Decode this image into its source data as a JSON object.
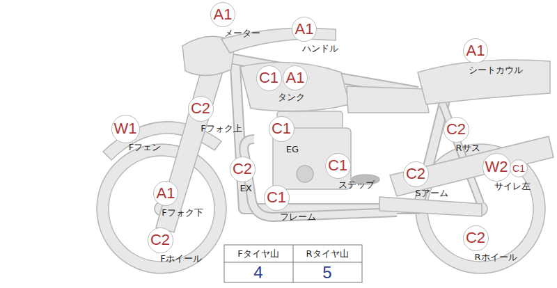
{
  "diagram": {
    "nodes": [
      {
        "text": [
          "A1"
        ]
      },
      {
        "text": [
          "A1"
        ]
      },
      {
        "text": [
          "A1"
        ]
      },
      {
        "text": [
          "C1"
        ]
      },
      {
        "text": [
          "A1"
        ]
      },
      {
        "text": [
          "C2"
        ]
      },
      {
        "text": [
          "W1"
        ]
      },
      {
        "text": [
          "C1"
        ]
      },
      {
        "text": [
          "C2"
        ]
      },
      {
        "text": [
          "C1"
        ]
      },
      {
        "text": [
          "W2"
        ]
      },
      {
        "text": [
          "C1"
        ]
      },
      {
        "text": [
          "C2"
        ]
      },
      {
        "text": [
          "C2"
        ]
      },
      {
        "text": [
          "A1"
        ]
      },
      {
        "text": [
          "C1"
        ]
      },
      {
        "text": [
          "C2"
        ]
      },
      {
        "text": [
          "C2"
        ]
      }
    ],
    "labels": [
      "メーター",
      "ハンドル",
      "シートカウル",
      "タンク",
      "Fフォク上",
      "Fフェン",
      "EG",
      "Rサス",
      "ステップ",
      "サイレ左",
      "EX",
      "Sアーム",
      "Fフォク下",
      "フレーム",
      "Rホイール",
      "Fホイール",
      "Fタイヤ山",
      "Rタイヤ山",
      "4",
      "5"
    ]
  }
}
